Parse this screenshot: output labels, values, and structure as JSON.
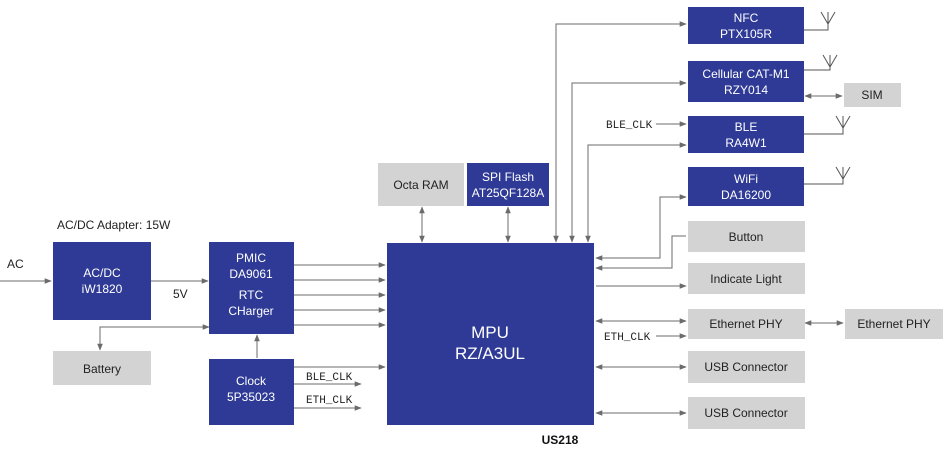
{
  "labels": {
    "adapter": "AC/DC Adapter: 15W",
    "ac_in": "AC",
    "v5": "5V",
    "ble_clk_top": "BLE_CLK",
    "ble_clk_bottom": "BLE_CLK",
    "eth_clk_bottom": "ETH_CLK",
    "eth_clk_right": "ETH_CLK",
    "caption": "US218"
  },
  "blocks": {
    "acdc": [
      "AC/DC",
      "iW1820"
    ],
    "pmic": [
      "PMIC",
      "DA9061",
      "RTC",
      "CHarger"
    ],
    "battery": [
      "Battery"
    ],
    "clock": [
      "Clock",
      "5P35023"
    ],
    "octa_ram": [
      "Octa RAM"
    ],
    "spi_flash": [
      "SPI Flash",
      "AT25QF128A"
    ],
    "mpu": [
      "MPU",
      "RZ/A3UL"
    ],
    "nfc": [
      "NFC",
      "PTX105R"
    ],
    "cellular": [
      "Cellular CAT-M1",
      "RZY014"
    ],
    "sim": [
      "SIM"
    ],
    "ble": [
      "BLE",
      "RA4W1"
    ],
    "wifi": [
      "WiFi",
      "DA16200"
    ],
    "button": [
      "Button"
    ],
    "indicate_light": [
      "Indicate Light"
    ],
    "eth_phy_1": [
      "Ethernet PHY"
    ],
    "eth_phy_2": [
      "Ethernet PHY"
    ],
    "usb_1": [
      "USB Connector"
    ],
    "usb_2": [
      "USB Connector"
    ]
  },
  "colors": {
    "block_blue": "#2e3a95",
    "block_gray": "#d3d3d3",
    "line": "#6b6b6b"
  }
}
